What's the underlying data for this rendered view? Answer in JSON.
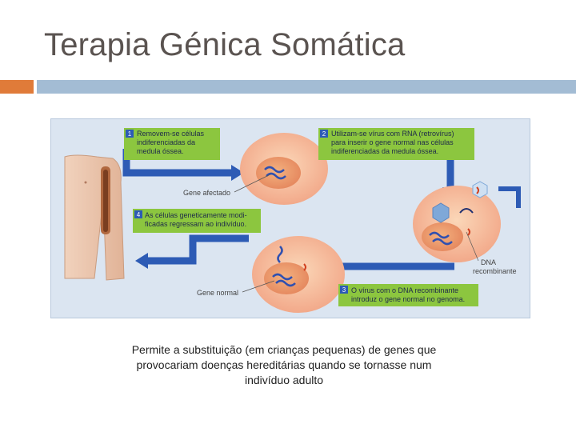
{
  "slide": {
    "title": "Terapia Génica Somática",
    "colors": {
      "accent_orange": "#e07b39",
      "accent_blue": "#a3bcd4",
      "title_gray": "#5a5350",
      "step_green": "#8cc63f",
      "arrow_blue": "#2d5bb5"
    }
  },
  "diagram": {
    "steps": [
      {
        "num": "1",
        "lines": [
          "Removem-se células",
          "indiferenciadas da",
          "medula óssea."
        ]
      },
      {
        "num": "2",
        "lines": [
          "Utilizam-se vírus com RNA (retrovírus)",
          "para inserir o gene normal nas células",
          "indiferenciadas da medula óssea."
        ]
      },
      {
        "num": "3",
        "lines": [
          "O vírus com o DNA recombinante",
          "introduz o gene normal no genoma."
        ]
      },
      {
        "num": "4",
        "lines": [
          "As células geneticamente modi-",
          "ficadas regressam ao indivíduo."
        ]
      }
    ],
    "labels": {
      "gene_afectado": "Gene afectado",
      "gene_normal": "Gene normal",
      "dna_line1": "DNA",
      "dna_line2": "recombinante"
    }
  },
  "caption": {
    "lines": [
      "Permite a substituição (em crianças pequenas) de genes que",
      "provocariam doenças hereditárias quando se tornasse num",
      "indivíduo adulto"
    ]
  }
}
